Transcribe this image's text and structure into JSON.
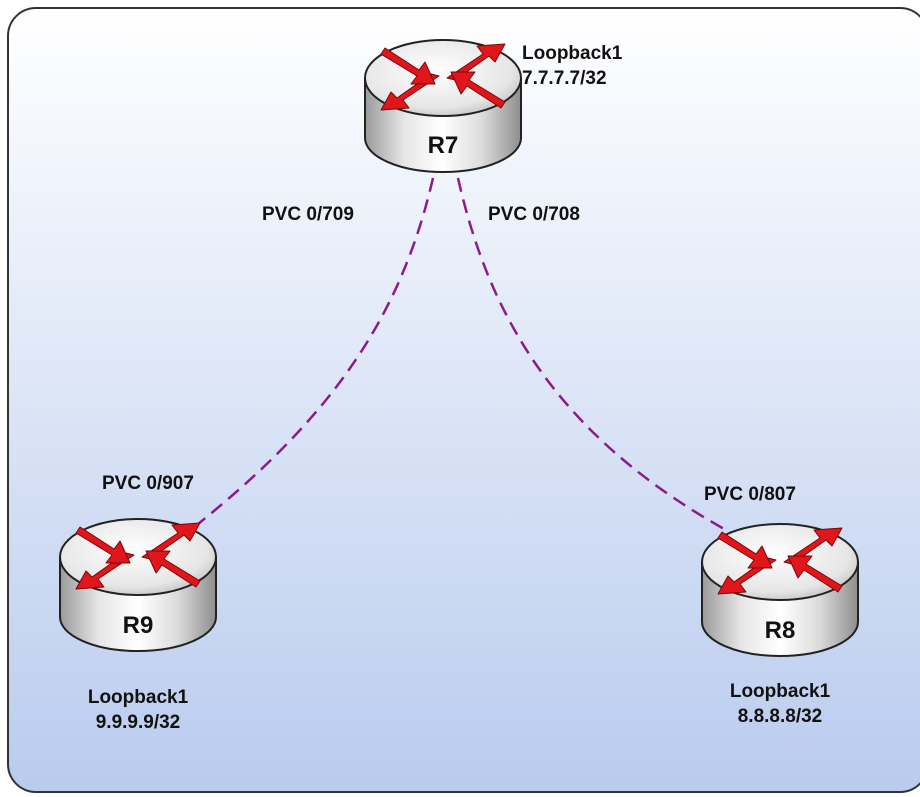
{
  "routers": [
    {
      "name": "R7",
      "loopback_label": "Loopback1",
      "loopback_ip": "7.7.7.7/32"
    },
    {
      "name": "R9",
      "loopback_label": "Loopback1",
      "loopback_ip": "9.9.9.9/32"
    },
    {
      "name": "R8",
      "loopback_label": "Loopback1",
      "loopback_ip": "8.8.8.8/32"
    }
  ],
  "links": [
    {
      "from": "R7",
      "to": "R9",
      "from_pvc": "PVC 0/709",
      "to_pvc": "PVC 0/907"
    },
    {
      "from": "R7",
      "to": "R8",
      "from_pvc": "PVC 0/708",
      "to_pvc": "PVC 0/807"
    }
  ],
  "colors": {
    "link": "#8b1a8f",
    "arrow": "#e0161b",
    "background_top": "#ffffff",
    "background_bottom": "#b9cbee"
  }
}
